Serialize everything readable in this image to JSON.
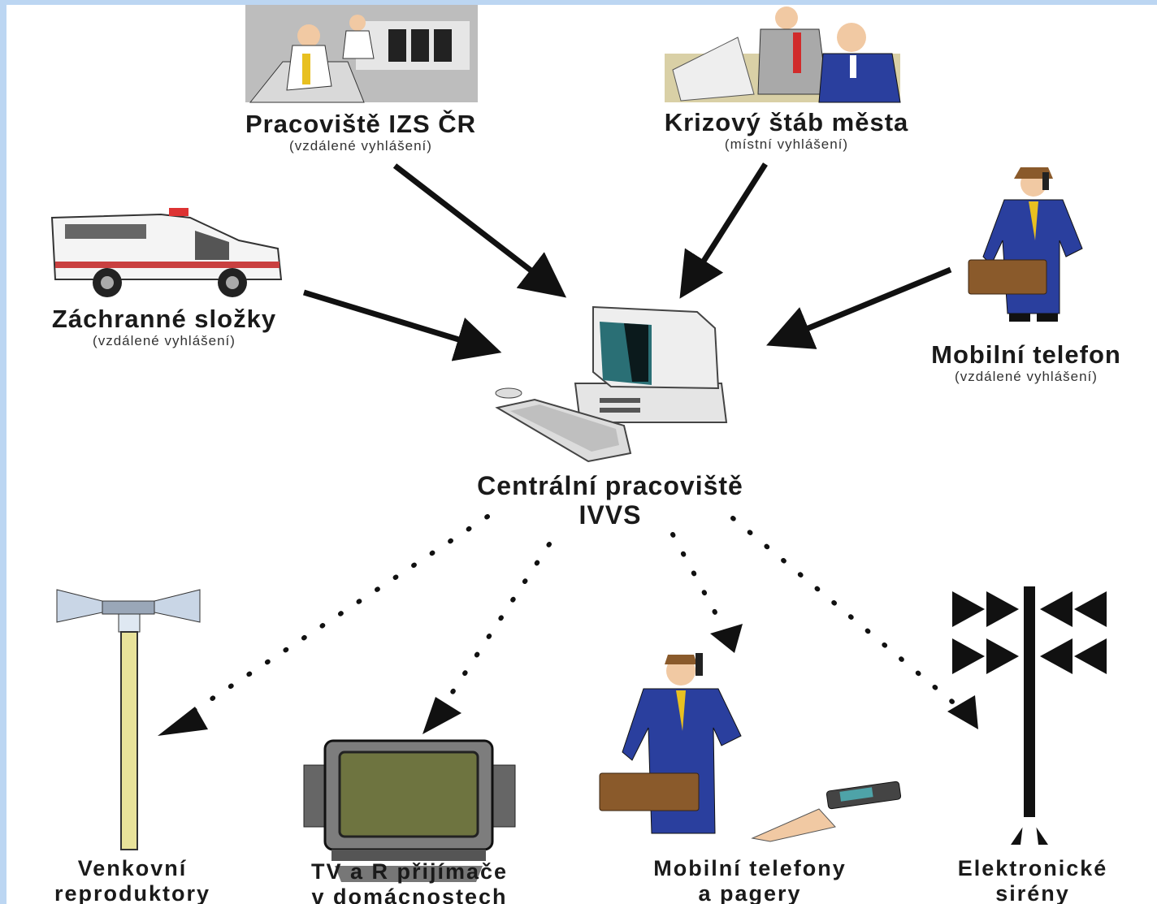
{
  "sources": {
    "izs": {
      "title": "Pracoviště IZS ČR",
      "subtitle": "(vzdálené vyhlášení)"
    },
    "krizovy": {
      "title": "Krizový štáb města",
      "subtitle": "(místní vyhlášení)"
    },
    "zachranne": {
      "title": "Záchranné složky",
      "subtitle": "(vzdálené vyhlášení)"
    },
    "mobil": {
      "title": "Mobilní telefon",
      "subtitle": "(vzdálené vyhlášení)"
    }
  },
  "center": {
    "line1": "Centrální pracoviště",
    "line2": "IVVS"
  },
  "outputs": {
    "venkovni": {
      "line1": "Venkovní",
      "line2": "reproduktory"
    },
    "tv": {
      "line1": "TV a R přijímače",
      "line2": "v domácnostech"
    },
    "mobilni": {
      "line1": "Mobilní telefony",
      "line2": "a pagery"
    },
    "sireny": {
      "line1": "Elektronické",
      "line2": "sirény"
    }
  },
  "colors": {
    "border": "#bcd6f2",
    "suit": "#2a3f9e",
    "briefcase": "#8a5a2b",
    "arrow": "#111111",
    "pole": "#e8e29a",
    "tv_screen": "#6e7440"
  },
  "icons": [
    "control-room-icon",
    "meeting-icon",
    "ambulance-icon",
    "businessman-phone-icon",
    "computer-icon",
    "loudspeaker-pole-icon",
    "tv-icon",
    "businessman-pager-icon",
    "siren-tower-icon"
  ]
}
